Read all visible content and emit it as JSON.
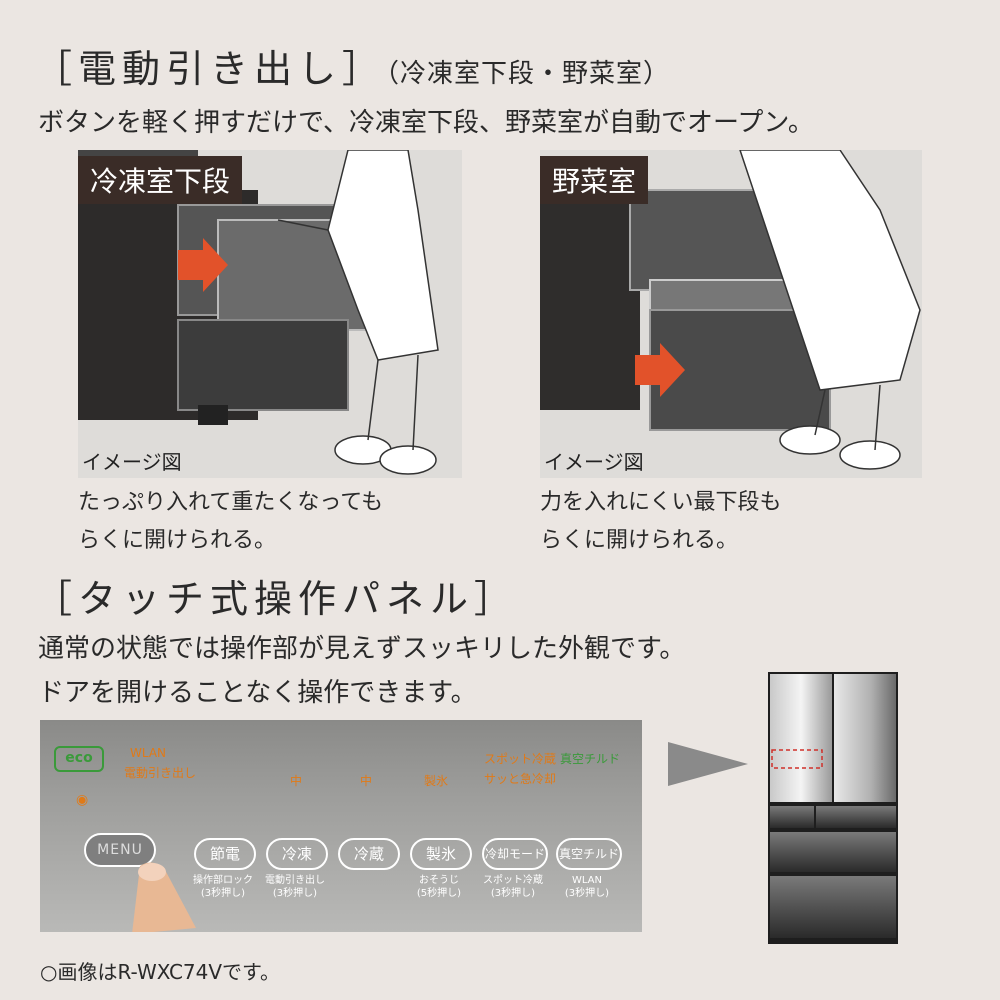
{
  "section1": {
    "heading": "［電動引き出し］",
    "heading_sub": "（冷凍室下段・野菜室）",
    "lead": "ボタンを軽く押すだけで、冷凍室下段、野菜室が自動でオープン。"
  },
  "photo_left": {
    "badge": "冷凍室下段",
    "caption": "イメージ図",
    "desc_line1": "たっぷり入れて重たくなっても",
    "desc_line2": "らくに開けられる。"
  },
  "photo_right": {
    "badge": "野菜室",
    "caption": "イメージ図",
    "desc_line1": "力を入れにくい最下段も",
    "desc_line2": "らくに開けられる。"
  },
  "section2": {
    "heading": "［タッチ式操作パネル］",
    "lead_line1": "通常の状態では操作部が見えずスッキリした外観です。",
    "lead_line2": "ドアを開けることなく操作できます。"
  },
  "panel": {
    "indicators": {
      "eco": "eco",
      "wlan": "WLAN",
      "auto_drawer": "電動引き出し",
      "mid1": "中",
      "mid2": "中",
      "ice": "製氷",
      "spot_cool": "スポット冷蔵",
      "quick_freeze": "サッと急冷却",
      "vacuum_chilled": "真空チルド"
    },
    "menu_label": "MENU",
    "buttons": [
      {
        "label": "節電",
        "sub": "操作部ロック\n(3秒押し)"
      },
      {
        "label": "冷凍",
        "sub": "電動引き出し\n(3秒押し)"
      },
      {
        "label": "冷蔵",
        "sub": ""
      },
      {
        "label": "製氷",
        "sub": "おそうじ\n(5秒押し)"
      },
      {
        "label": "冷却モード",
        "sub": "スポット冷蔵\n(3秒押し)"
      },
      {
        "label": "真空チルド",
        "sub": "WLAN\n(3秒押し)"
      }
    ]
  },
  "footnote": "○画像はR-WXC74Vです。",
  "colors": {
    "background": "#ebe6e2",
    "badge": "#3a2c27",
    "arrow": "#e2522a",
    "indicator_orange": "#e07a18",
    "indicator_green": "#3a9a3a",
    "highlight_box": "#d0302a"
  }
}
